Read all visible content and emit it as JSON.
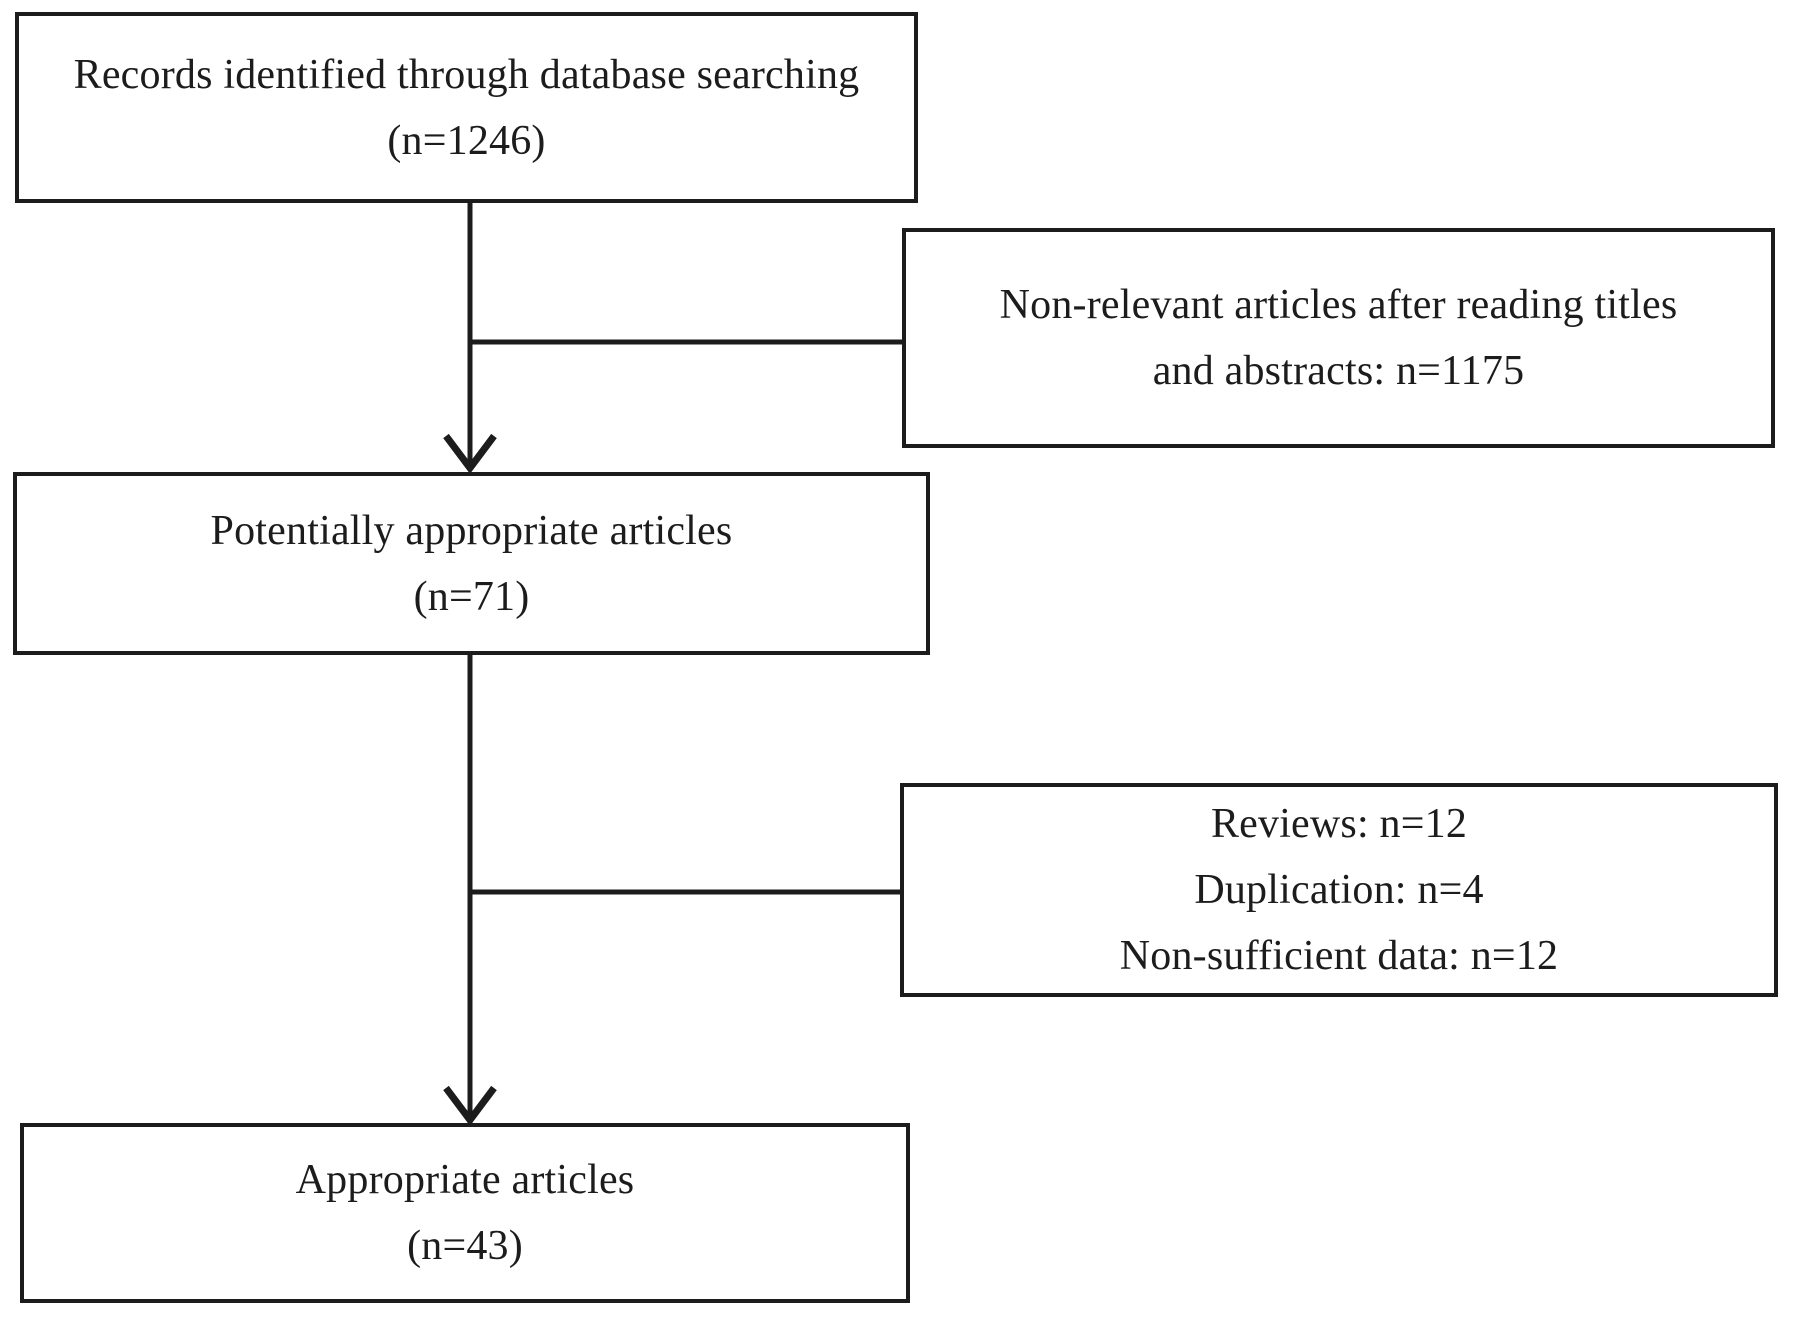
{
  "flowchart": {
    "type": "study-selection-flow-diagram",
    "boxes": {
      "records": {
        "lines": [
          "Records identified through database searching",
          "(n=1246)"
        ]
      },
      "non_relevant": {
        "lines": [
          "Non-relevant articles after reading titles",
          "and abstracts: n=1175"
        ]
      },
      "potentially_appropriate": {
        "lines": [
          "Potentially appropriate articles",
          "(n=71)"
        ]
      },
      "excluded": {
        "lines": [
          "Reviews: n=12",
          "Duplication: n=4",
          "Non-sufficient data: n=12"
        ]
      },
      "appropriate": {
        "lines": [
          "Appropriate articles",
          "(n=43)"
        ]
      }
    },
    "counts": {
      "identified": 1246,
      "non_relevant": 1175,
      "potentially_appropriate": 71,
      "reviews": 12,
      "duplication": 4,
      "non_sufficient_data": 12,
      "appropriate": 43
    },
    "colors": {
      "border": "#1c1c1c",
      "text": "#1c1c1c",
      "background": "#ffffff"
    }
  }
}
